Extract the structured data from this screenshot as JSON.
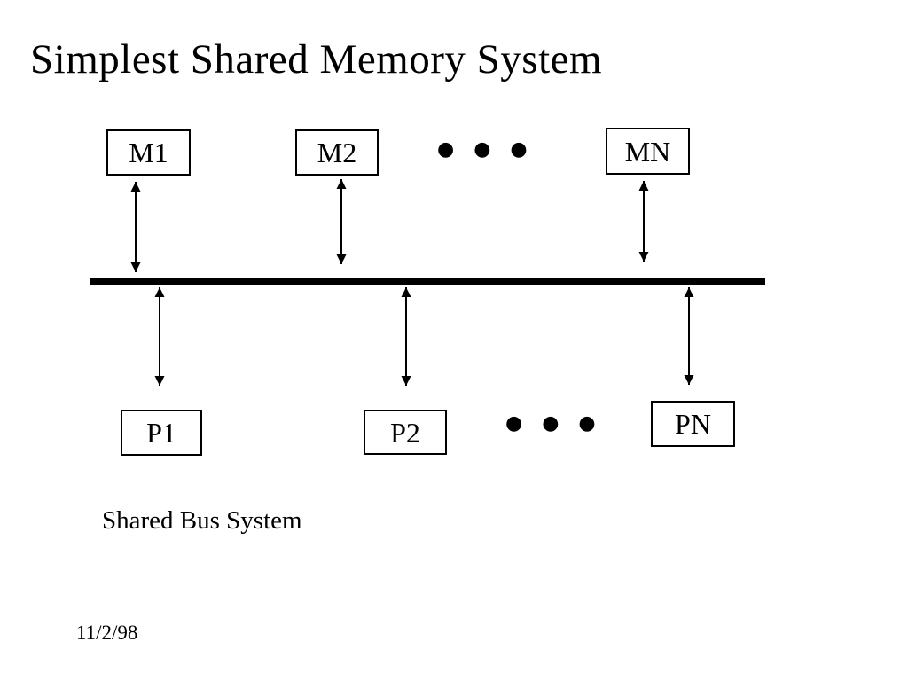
{
  "slide": {
    "title": "Simplest Shared Memory System",
    "caption": "Shared Bus System",
    "footer_date": "11/2/98"
  },
  "diagram": {
    "memory_nodes": [
      {
        "label": "M1"
      },
      {
        "label": "M2"
      },
      {
        "label": "MN"
      }
    ],
    "processor_nodes": [
      {
        "label": "P1"
      },
      {
        "label": "P2"
      },
      {
        "label": "PN"
      }
    ],
    "ellipsis_top": "●●●",
    "ellipsis_bottom": "●●●"
  },
  "colors": {
    "ink": "#000000",
    "background": "#ffffff"
  }
}
